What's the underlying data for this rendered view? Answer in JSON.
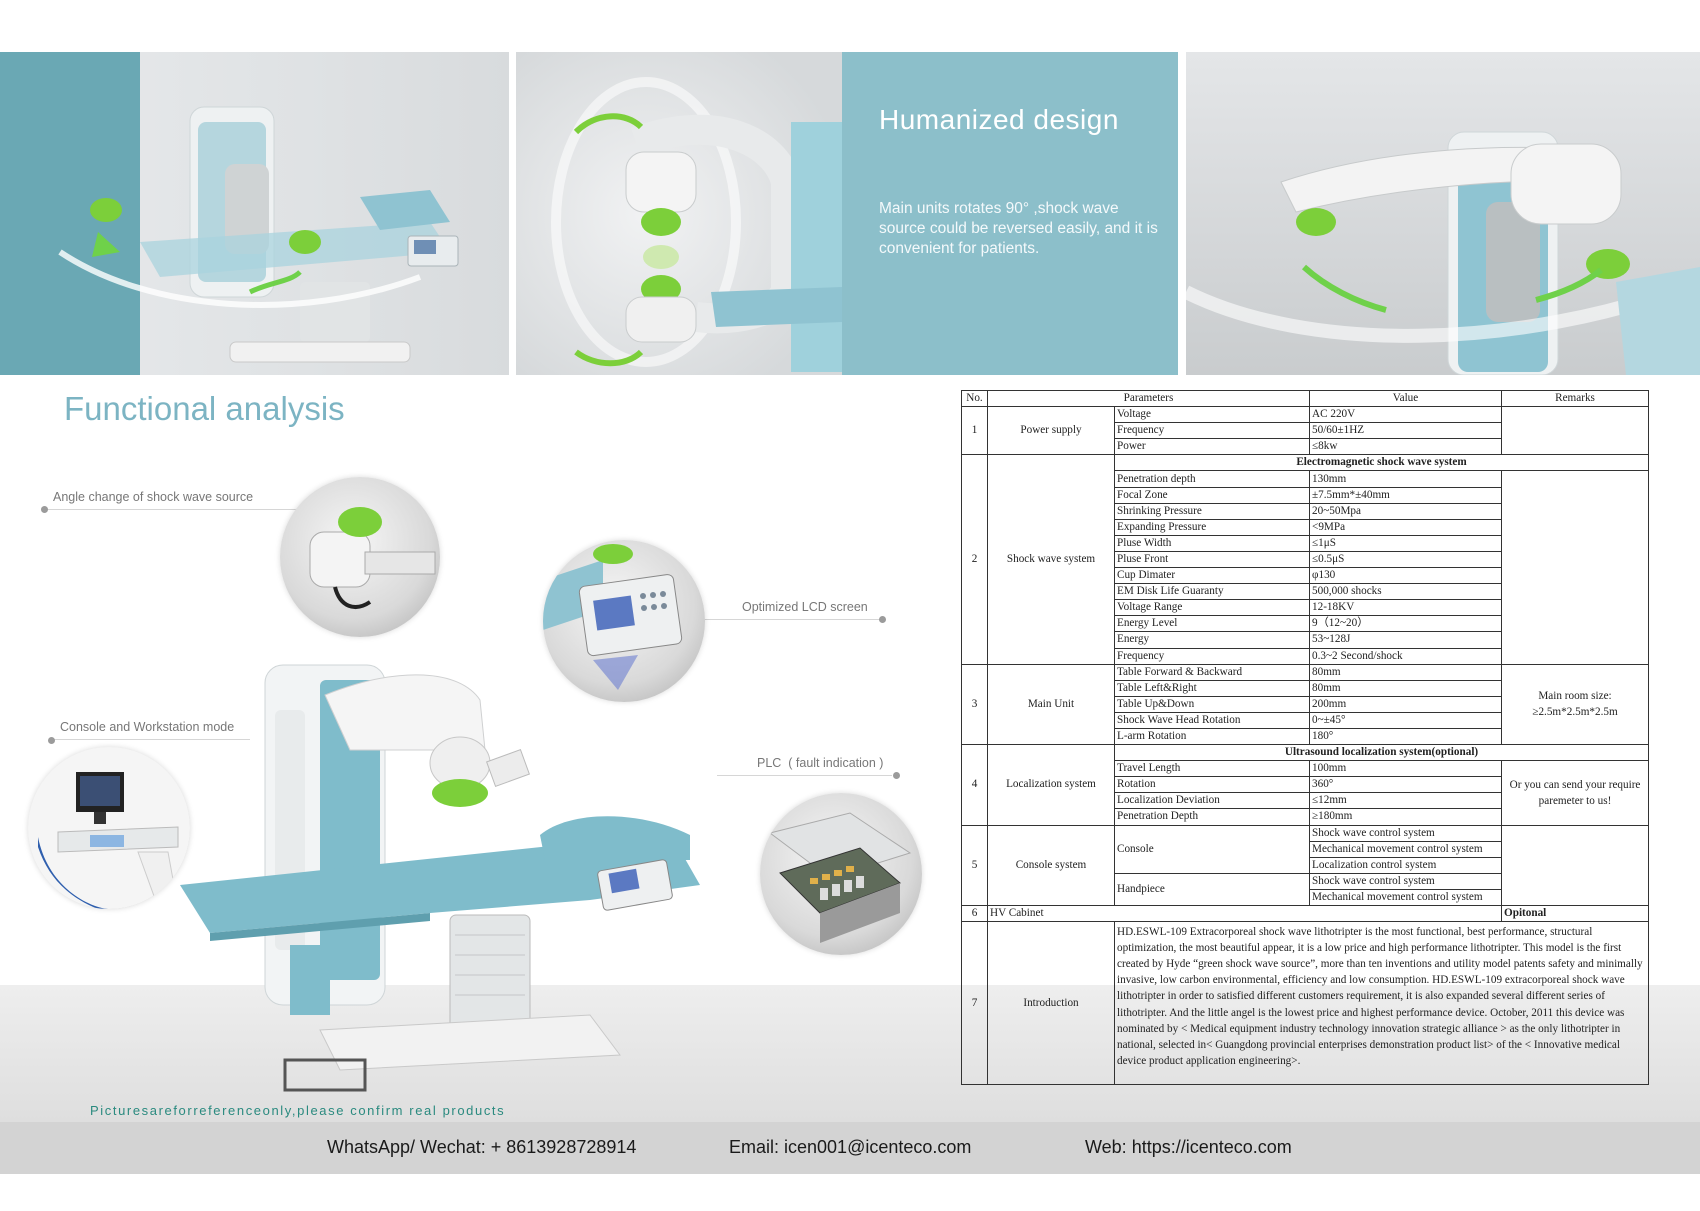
{
  "banner": {
    "headline": "Humanized design",
    "subtext": "Main units rotates 90°  ,shock wave source could be reversed easily, and it is convenient for patients.",
    "colors": {
      "teal": "#6aa8b4",
      "light_teal": "#8cbfca",
      "green": "#7ccf3a",
      "bed_blue": "#7fbccb"
    }
  },
  "functional": {
    "title": "Functional analysis",
    "callouts": {
      "angle": "Angle change of shock wave source",
      "lcd": "Optimized LCD screen",
      "console": "Console and Workstation mode",
      "plc": "PLC  ( fault indication )"
    },
    "disclaimer": "Picturesareforreferenceonly,please confirm real products"
  },
  "footer": {
    "whatsapp": "WhatsApp/ Wechat: + 8613928728914",
    "email": "Email: icen001@icenteco.com",
    "web": "Web: https://icenteco.com"
  },
  "spec_table": {
    "headers": {
      "no": "No.",
      "parameters": "Parameters",
      "value": "Value",
      "remarks": "Remarks"
    },
    "g1": {
      "no": "1",
      "name": "Power supply",
      "rows": [
        {
          "p": "Voltage",
          "v": "AC 220V"
        },
        {
          "p": "Frequency",
          "v": "50/60±1HZ"
        },
        {
          "p": "Power",
          "v": "≤8kw"
        }
      ]
    },
    "g2": {
      "no": "2",
      "name": "Shock wave system",
      "section": "Electromagnetic shock wave system",
      "rows": [
        {
          "p": "Penetration depth",
          "v": "130mm"
        },
        {
          "p": "Focal Zone",
          "v": "±7.5mm*±40mm"
        },
        {
          "p": "Shrinking Pressure",
          "v": "20~50Mpa"
        },
        {
          "p": "Expanding Pressure",
          "v": "<9MPa"
        },
        {
          "p": "Pluse Width",
          "v": "≤1μS"
        },
        {
          "p": "Pluse Front",
          "v": "≤0.5μS"
        },
        {
          "p": "Cup Dimater",
          "v": "φ130"
        },
        {
          "p": "EM Disk Life Guaranty",
          "v": "500,000 shocks"
        },
        {
          "p": "Voltage Range",
          "v": "12-18KV"
        },
        {
          "p": "Energy Level",
          "v": "9（12~20）"
        },
        {
          "p": "Energy",
          "v": "53~128J"
        },
        {
          "p": "Frequency",
          "v": "0.3~2 Second/shock"
        }
      ]
    },
    "g3": {
      "no": "3",
      "name": "Main Unit",
      "remark": "Main room size: ≥2.5m*2.5m*2.5m",
      "rows": [
        {
          "p": "Table Forward & Backward",
          "v": "80mm"
        },
        {
          "p": "Table Left&Right",
          "v": "80mm"
        },
        {
          "p": "Table Up&Down",
          "v": "200mm"
        },
        {
          "p": "Shock Wave Head Rotation",
          "v": "0~±45°"
        },
        {
          "p": "L-arm Rotation",
          "v": "180°"
        }
      ]
    },
    "g4": {
      "no": "4",
      "name": "Localization system",
      "section": "Ultrasound localization system(optional)",
      "remark": "Or you can send  your require paremeter to us!",
      "rows": [
        {
          "p": "Travel Length",
          "v": "100mm"
        },
        {
          "p": "Rotation",
          "v": "360°"
        },
        {
          "p": "Localization Deviation",
          "v": "≤12mm"
        },
        {
          "p": "Penetration Depth",
          "v": "≥180mm"
        }
      ]
    },
    "g5": {
      "no": "5",
      "name": "Console system",
      "console_label": "Console",
      "console_values": [
        "Shock wave control system",
        "Mechanical movement control system",
        "Localization control system"
      ],
      "handpiece_label": "Handpiece",
      "handpiece_values": [
        "Shock wave control system",
        "Mechanical movement control system"
      ]
    },
    "g6": {
      "no": "6",
      "name": "HV Cabinet",
      "remark": "Opitonal"
    },
    "g7": {
      "no": "7",
      "name": "Introduction",
      "text": "HD.ESWL-109 Extracorporeal shock wave lithotripter is the most functional, best performance, structural optimization, the most beautiful appear, it is a low price and high performance lithotripter. This model is the first created by Hyde “green shock wave source”, more than ten inventions and utility model patents safety and minimally invasive, low carbon environmental, efficiency and low consumption. HD.ESWL-109 extracorporeal shock wave lithotripter in order to satisfied different customers requirement, it is also expanded several different series of lithotripter. And the little angel is the lowest price and highest performance device. October, 2011 this device was nominated by < Medical equipment industry technology innovation strategic alliance > as the only lithotripter in national, selected in< Guangdong provincial enterprises demonstration product list> of the < Innovative medical device product application engineering>."
    }
  }
}
